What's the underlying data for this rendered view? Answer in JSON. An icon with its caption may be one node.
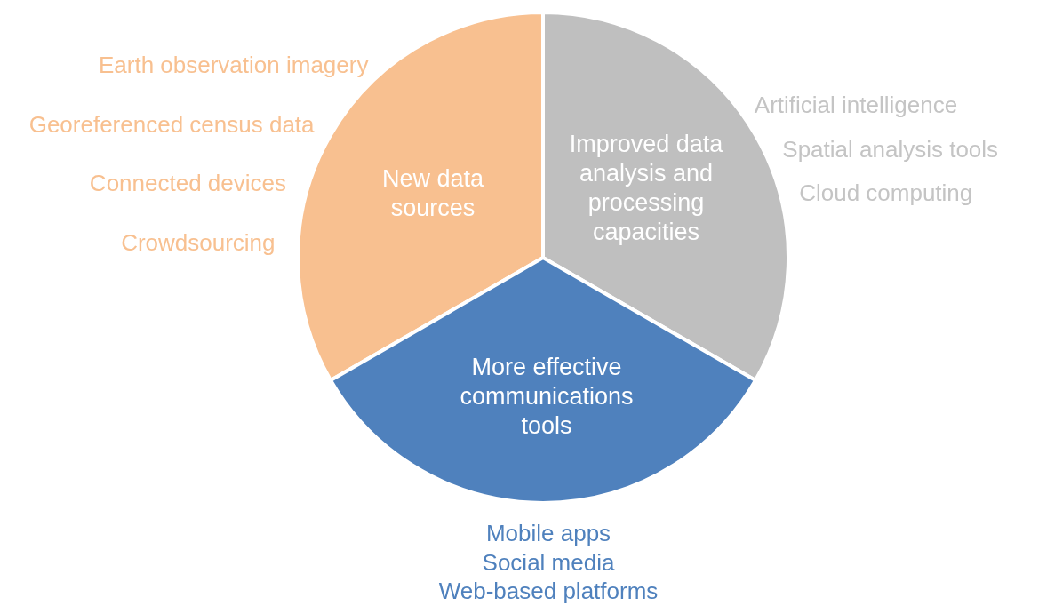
{
  "diagram": {
    "nodes": [
      {
        "text": [
          "New data sources"
        ],
        "beside": [
          "Earth observation imagery",
          "Georeferenced census data",
          "Connected devices",
          "Crowdsourcing"
        ]
      },
      {
        "text": [
          "Improved data analysis and processing capacities"
        ],
        "beside": [
          "Artificial intelligence",
          "Spatial analysis tools",
          "Cloud computing"
        ]
      },
      {
        "text": [
          "More effective communications tools"
        ],
        "beside": [
          "Mobile apps",
          "Social media",
          "Web-based platforms"
        ]
      }
    ]
  }
}
